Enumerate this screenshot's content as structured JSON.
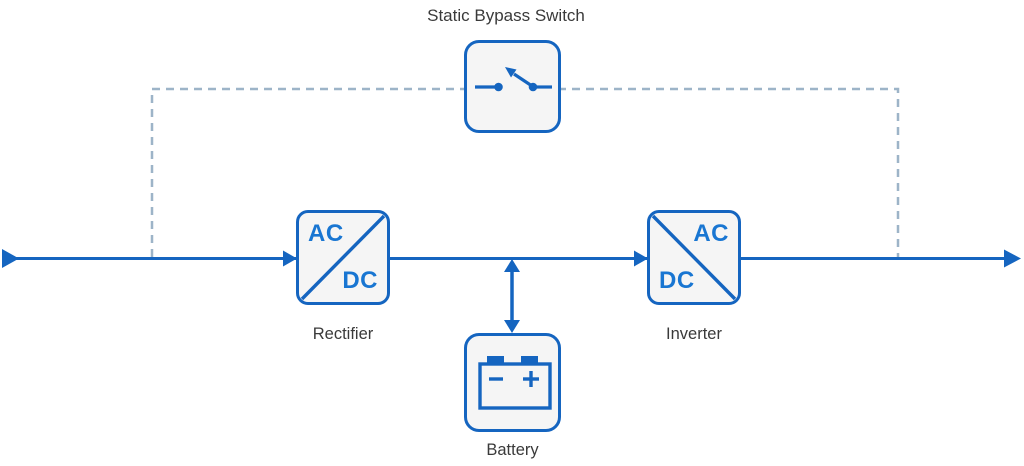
{
  "diagram": {
    "title": "Static Bypass Switch",
    "type": "ups-single-line-diagram",
    "colors": {
      "line_blue": "#1565c0",
      "converter_text_blue": "#1976d2",
      "node_fill": "#f5f5f5",
      "bypass_dashed": "#9db4c8",
      "label_text": "#3a3a3a",
      "background": "#ffffff"
    },
    "nodes": {
      "bypass_switch": {
        "label": "Static Bypass Switch",
        "icon": "switch-icon"
      },
      "rectifier": {
        "label": "Rectifier",
        "top_text": "AC",
        "bottom_text": "DC"
      },
      "inverter": {
        "label": "Inverter",
        "top_text": "AC",
        "bottom_text": "DC"
      },
      "battery": {
        "label": "Battery",
        "icon": "battery-icon"
      }
    },
    "connections": [
      {
        "from": "ac-input",
        "to": "rectifier",
        "style": "solid-arrow"
      },
      {
        "from": "rectifier",
        "to": "inverter",
        "style": "solid-arrow"
      },
      {
        "from": "inverter",
        "to": "ac-output",
        "style": "solid-arrow"
      },
      {
        "from": "main-line",
        "to": "battery",
        "style": "solid-double-arrow"
      },
      {
        "from": "ac-input",
        "to": "ac-output",
        "via": "bypass_switch",
        "style": "dashed"
      }
    ]
  }
}
